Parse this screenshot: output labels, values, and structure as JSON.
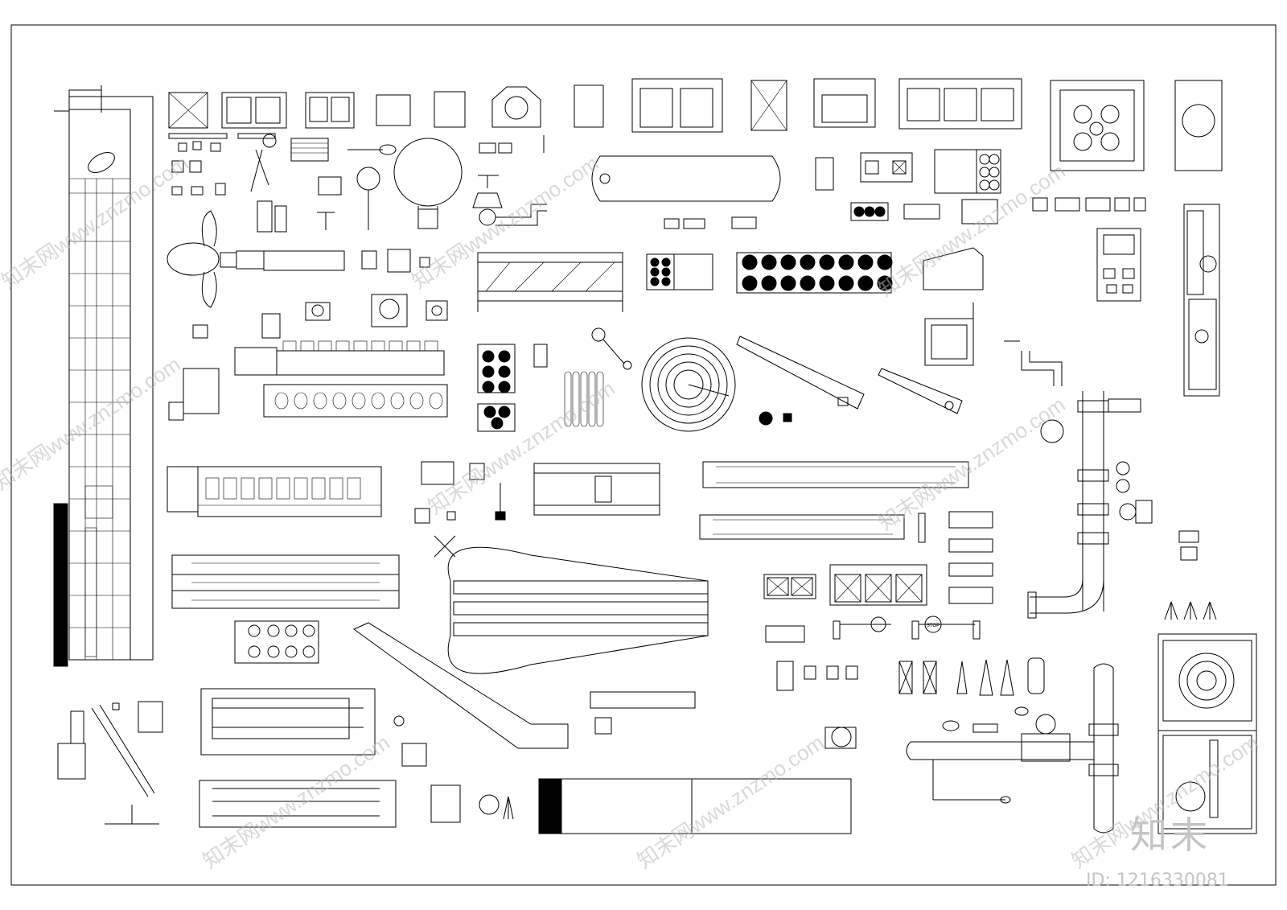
{
  "drawing": {
    "title": "",
    "stroke_color": "#000000",
    "background_color": "#ffffff",
    "watermark_color": "#b9b9b9"
  },
  "watermark": {
    "site_text": "知末网www.znzmo.com",
    "brand_logo": "知末",
    "id_text": "ID: 1216330081"
  },
  "labels": {
    "stop_sign": "STOP"
  },
  "icons": [
    "elevator-shaft-section-icon",
    "elevator-car-plan-icon",
    "ship-propeller-icon",
    "diesel-engine-icon",
    "spherical-tank-icon",
    "horizontal-tank-icon",
    "gate-valve-icon",
    "escalator-plan-icon",
    "fire-hose-reel-icon",
    "cable-reel-icon",
    "crane-boom-icon",
    "mobile-crane-icon",
    "sprinkler-valve-station-icon",
    "fire-hydrant-cabinet-icon",
    "audio-equipment-rack-icon",
    "electrical-socket-icon",
    "traffic-cone-icon",
    "barrier-gate-icon",
    "tripod-icon"
  ]
}
